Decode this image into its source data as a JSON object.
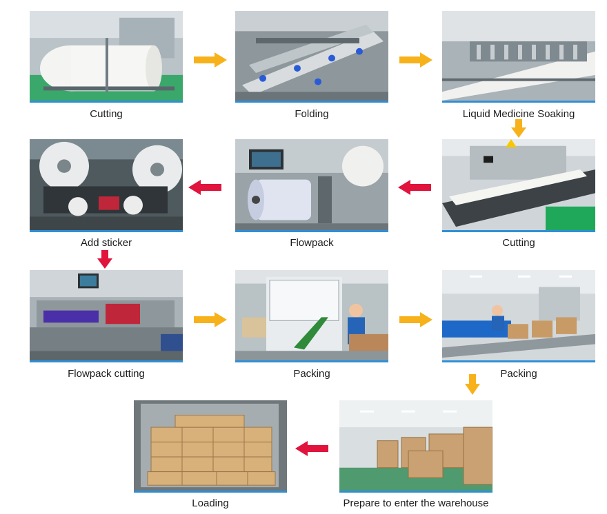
{
  "steps": [
    {
      "label": "Cutting",
      "scene": "roll-cutting"
    },
    {
      "label": "Folding",
      "scene": "folding-machine"
    },
    {
      "label": "Liquid Medicine Soaking",
      "scene": "soaking-line"
    },
    {
      "label": "Cutting",
      "scene": "conveyor-cutting"
    },
    {
      "label": "Flowpack",
      "scene": "flowpack-roll"
    },
    {
      "label": "Add sticker",
      "scene": "sticker-reels"
    },
    {
      "label": "Flowpack cutting",
      "scene": "flowpack-machine"
    },
    {
      "label": "Packing",
      "scene": "packing-worker"
    },
    {
      "label": "Packing",
      "scene": "packing-line"
    },
    {
      "label": "Prepare to enter the warehouse",
      "scene": "warehouse-stacks"
    },
    {
      "label": "Loading",
      "scene": "container-loading"
    }
  ],
  "colors": {
    "arrow_orange": "#f7b21b",
    "arrow_red": "#e0143c",
    "photo_border": "#2f8fd6"
  }
}
